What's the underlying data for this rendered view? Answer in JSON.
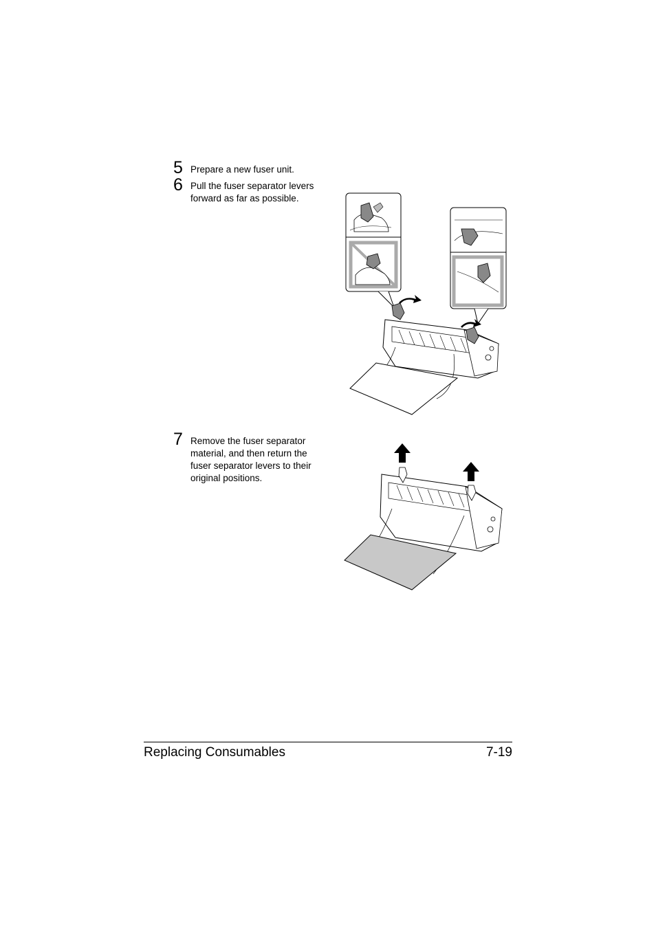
{
  "steps": [
    {
      "number": "5",
      "text": "Prepare a new fuser unit."
    },
    {
      "number": "6",
      "text": "Pull the fuser separator levers forward as far as possible."
    },
    {
      "number": "7",
      "text": "Remove the fuser separator material, and then return the fuser separator levers to their original positions."
    }
  ],
  "footer": {
    "section": "Replacing Consumables",
    "page": "7-19"
  }
}
